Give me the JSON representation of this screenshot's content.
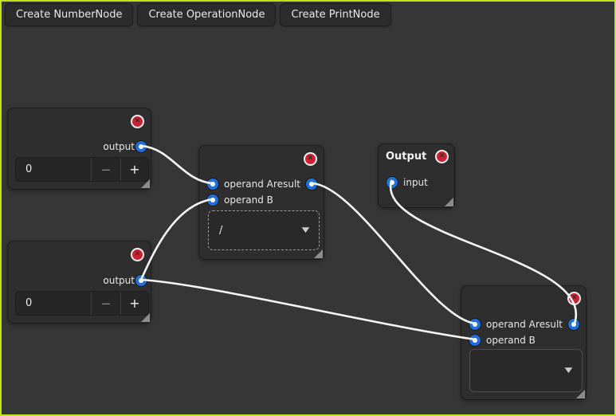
{
  "colors": {
    "canvas_border": "#c1e319",
    "canvas_background": "#363636",
    "node_background": "#2e2e2e",
    "port_blue": "#2170d8",
    "close_red": "#cc2130",
    "wire_white": "#f5f5f5"
  },
  "toolbar": {
    "buttons": [
      "Create NumberNode",
      "Create OperationNode",
      "Create PrintNode"
    ]
  },
  "icons": {
    "close": "✕",
    "dropdown_arrow": "▼"
  },
  "nodes": {
    "number1": {
      "output_label": "output",
      "value": "0",
      "minus_label": "−",
      "plus_label": "+"
    },
    "number2": {
      "output_label": "output",
      "value": "0",
      "minus_label": "−",
      "plus_label": "+"
    },
    "operation1": {
      "operand_a_label": "operand A",
      "result_label": "result",
      "operand_b_label": "operand B",
      "operator_value": "/"
    },
    "operation2": {
      "operand_a_label": "operand A",
      "result_label": "result",
      "operand_b_label": "operand B",
      "operator_value": ""
    },
    "output1": {
      "title": "Output",
      "input_label": "input"
    }
  },
  "connections": [
    {
      "from": "number1.output",
      "to": "operation1.operand_a"
    },
    {
      "from": "number2.output",
      "to": "operation1.operand_b"
    },
    {
      "from": "operation1.result",
      "to": "operation2.operand_a"
    },
    {
      "from": "number2.output",
      "to": "operation2.operand_b"
    },
    {
      "from": "operation2.result",
      "to": "output1.input"
    }
  ]
}
